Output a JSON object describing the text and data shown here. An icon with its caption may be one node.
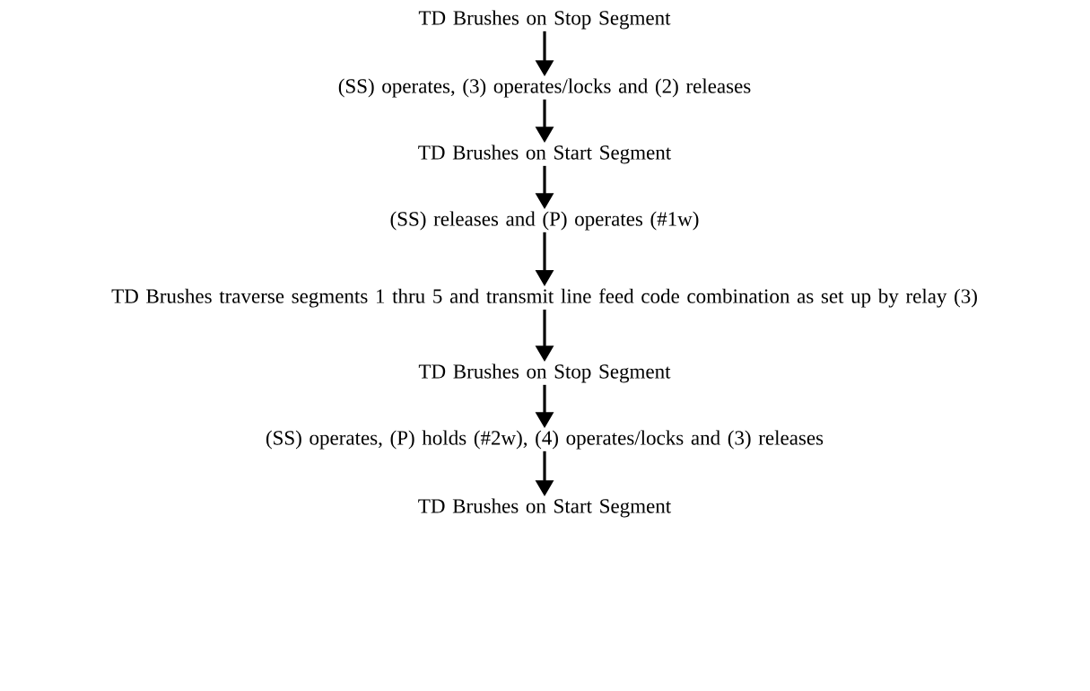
{
  "diagram": {
    "nodes": [
      {
        "text": [
          "TD Brushes on Stop Segment"
        ]
      },
      {
        "text": [
          "(SS) operates, (3) operates/locks and (2) releases"
        ]
      },
      {
        "text": [
          "TD Brushes on Start Segment"
        ]
      },
      {
        "text": [
          "(SS) releases and (P) operates (#1w)"
        ]
      },
      {
        "text": [
          "TD Brushes traverse segments 1 thru 5 and transmit line feed code combination as set up by relay (3)"
        ]
      },
      {
        "text": [
          "TD Brushes on Stop Segment"
        ]
      },
      {
        "text": [
          "(SS) operates, (P) holds (#2w), (4) operates/locks and (3) releases"
        ]
      },
      {
        "text": [
          "TD Brushes on Start Segment"
        ]
      }
    ],
    "edges": [
      {
        "from": 0,
        "to": 1,
        "arrow": "to"
      },
      {
        "from": 1,
        "to": 2,
        "arrow": "to"
      },
      {
        "from": 2,
        "to": 3,
        "arrow": "to"
      },
      {
        "from": 3,
        "to": 4,
        "arrow": "to"
      },
      {
        "from": 4,
        "to": 5,
        "arrow": "to"
      },
      {
        "from": 5,
        "to": 6,
        "arrow": "to"
      },
      {
        "from": 6,
        "to": 7,
        "arrow": "to"
      }
    ]
  }
}
